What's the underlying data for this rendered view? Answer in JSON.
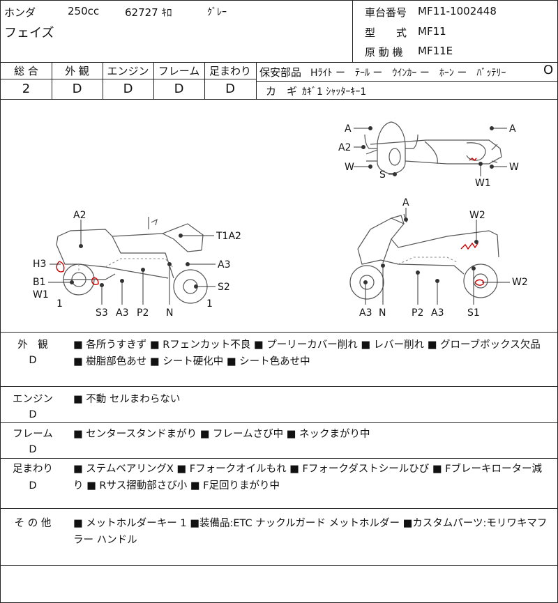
{
  "header": {
    "maker": "ホンダ",
    "displacement": "250cc",
    "mileage": "62727 ｷﾛ",
    "color": "ｸﾞﾚｰ",
    "model_name": "フェイズ",
    "frame_no_label": "車台番号",
    "frame_no": "MF11-1002448",
    "type_label": "型　　式",
    "type": "MF11",
    "engine_label": "原 動 機",
    "engine": "MF11E"
  },
  "grades": {
    "headers": [
      "総 合",
      "外 観",
      "エンジン",
      "フレーム",
      "足まわり"
    ],
    "values": [
      "2",
      "D",
      "D",
      "D",
      "D"
    ]
  },
  "safety": {
    "label": "保安部品",
    "items": "Hﾗｲﾄ ー　ﾃｰﾙ ー　ｳｲﾝｶｰ ー　ﾎｰﾝ ー　ﾊﾞｯﾃﾘｰ",
    "battery_mark": "O",
    "key_label": "カ　ギ",
    "key_value": "ｶｷﾞ1 ｼｬｯﾀｰｷｰ1"
  },
  "diagram": {
    "top_view": {
      "left": [
        "A",
        "A2",
        "W",
        "S"
      ],
      "right": [
        "A",
        "W",
        "W1"
      ]
    },
    "left_side": [
      "A2",
      "T1A2",
      "H3",
      "A3",
      "B1",
      "W1",
      "1",
      "S2",
      "1",
      "S3",
      "A3",
      "P2",
      "N"
    ],
    "right_side": [
      "A",
      "W2",
      "W2",
      "A3",
      "N",
      "P2",
      "A3",
      "S1"
    ]
  },
  "notes": [
    {
      "category": "外　観",
      "grade": "D",
      "text": "■ 各所うすきず ■ Rフェンカット不良 ■ プーリーカバー削れ ■ レバー削れ ■ グローブボックス欠品 ■ 樹脂部色あせ ■ シート硬化中 ■ シート色あせ中"
    },
    {
      "category": "エンジン",
      "grade": "D",
      "text": "■ 不動 セルまわらない"
    },
    {
      "category": "フレーム",
      "grade": "D",
      "text": "■ センタースタンドまがり ■ フレームさび中 ■ ネックまがり中"
    },
    {
      "category": "足まわり",
      "grade": "D",
      "text": "■ ステムベアリングX ■ Fフォークオイルもれ ■ Fフォークダストシールひび ■ Fブレーキローター減り ■ Rサス摺動部さび小 ■ F足回りまがり中"
    },
    {
      "category": "そ の 他",
      "grade": "",
      "text": "■ メットホルダーキー 1 ■装備品:ETC ナックルガード メットホルダー ■カスタムパーツ:モリワキマフラー ハンドル"
    }
  ]
}
